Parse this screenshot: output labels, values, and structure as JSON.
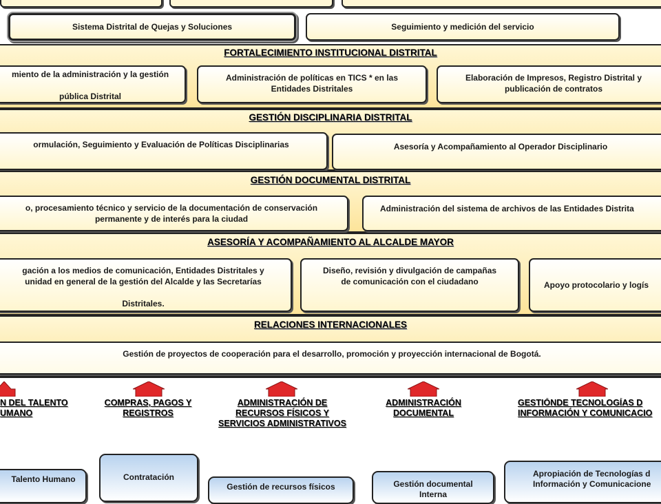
{
  "top": {
    "sistema_quejas": "Sistema Distrital de Quejas y Soluciones",
    "seguimiento": "Seguimiento y medición del servicio"
  },
  "fortalecimiento": {
    "title": "FORTALECIMIENTO INSTITUCIONAL DISTRITAL",
    "box1": "miento de la administración y la gestión\n\npública Distrital",
    "box2": "Administración de políticas en TICS * en las\nEntidades Distritales",
    "box3": "Elaboración de Impresos, Registro Distrital y\npublicación de contratos"
  },
  "disciplinaria": {
    "title": "GESTIÓN DISCIPLINARIA DISTRITAL",
    "box1": "ormulación, Seguimiento y Evaluación de Políticas Disciplinarias",
    "box2": "Asesoría y Acompañamiento al Operador Disciplinario"
  },
  "documental": {
    "title": "GESTIÓN DOCUMENTAL DISTRITAL",
    "box1": "o, procesamiento técnico y servicio de la documentación de conservación\npermanente y de interés para la ciudad",
    "box2": "Administración del sistema de archivos de las Entidades Distrita"
  },
  "asesoria": {
    "title": "ASESORÍA Y ACOMPAÑAMIENTO AL ALCALDE MAYOR",
    "box1": "gación a los medios de comunicación, Entidades Distritales y\nunidad en general de la gestión del Alcalde y las Secretarías\n\nDistritales.",
    "box2": "Diseño, revisión y divulgación de campañas\nde comunicación con el ciudadano",
    "box3": "Apoyo protocolario y logís"
  },
  "internacionales": {
    "title": "RELACIONES INTERNACIONALES",
    "box1": "Gestión de proyectos de cooperación para el desarrollo, promoción y proyección internacional de Bogotá."
  },
  "support": {
    "labels": [
      "N DEL TALENTO\nUMANO",
      "COMPRAS, PAGOS Y\nREGISTROS",
      "ADMINISTRACIÓN DE\nRECURSOS FÍSICOS Y\nSERVICIOS ADMINISTRATIVOS",
      "ADMINISTRACIÓN\nDOCUMENTAL",
      "GESTIÓNDE TECNOLOGÍAS D\nINFORMACIÓN Y COMUNICACIO"
    ],
    "boxes": [
      "Talento Humano",
      "Contratación",
      "Gestión de recursos físicos",
      "Gestión documental\nInterna",
      "Apropiación de Tecnologías d\nInformación y Comunicacione"
    ]
  },
  "colors": {
    "arrow_fill": "#e0282a",
    "band_top": "#fff7d6",
    "band_bottom": "#fde49a",
    "blue_box": "#b9d3ef"
  }
}
